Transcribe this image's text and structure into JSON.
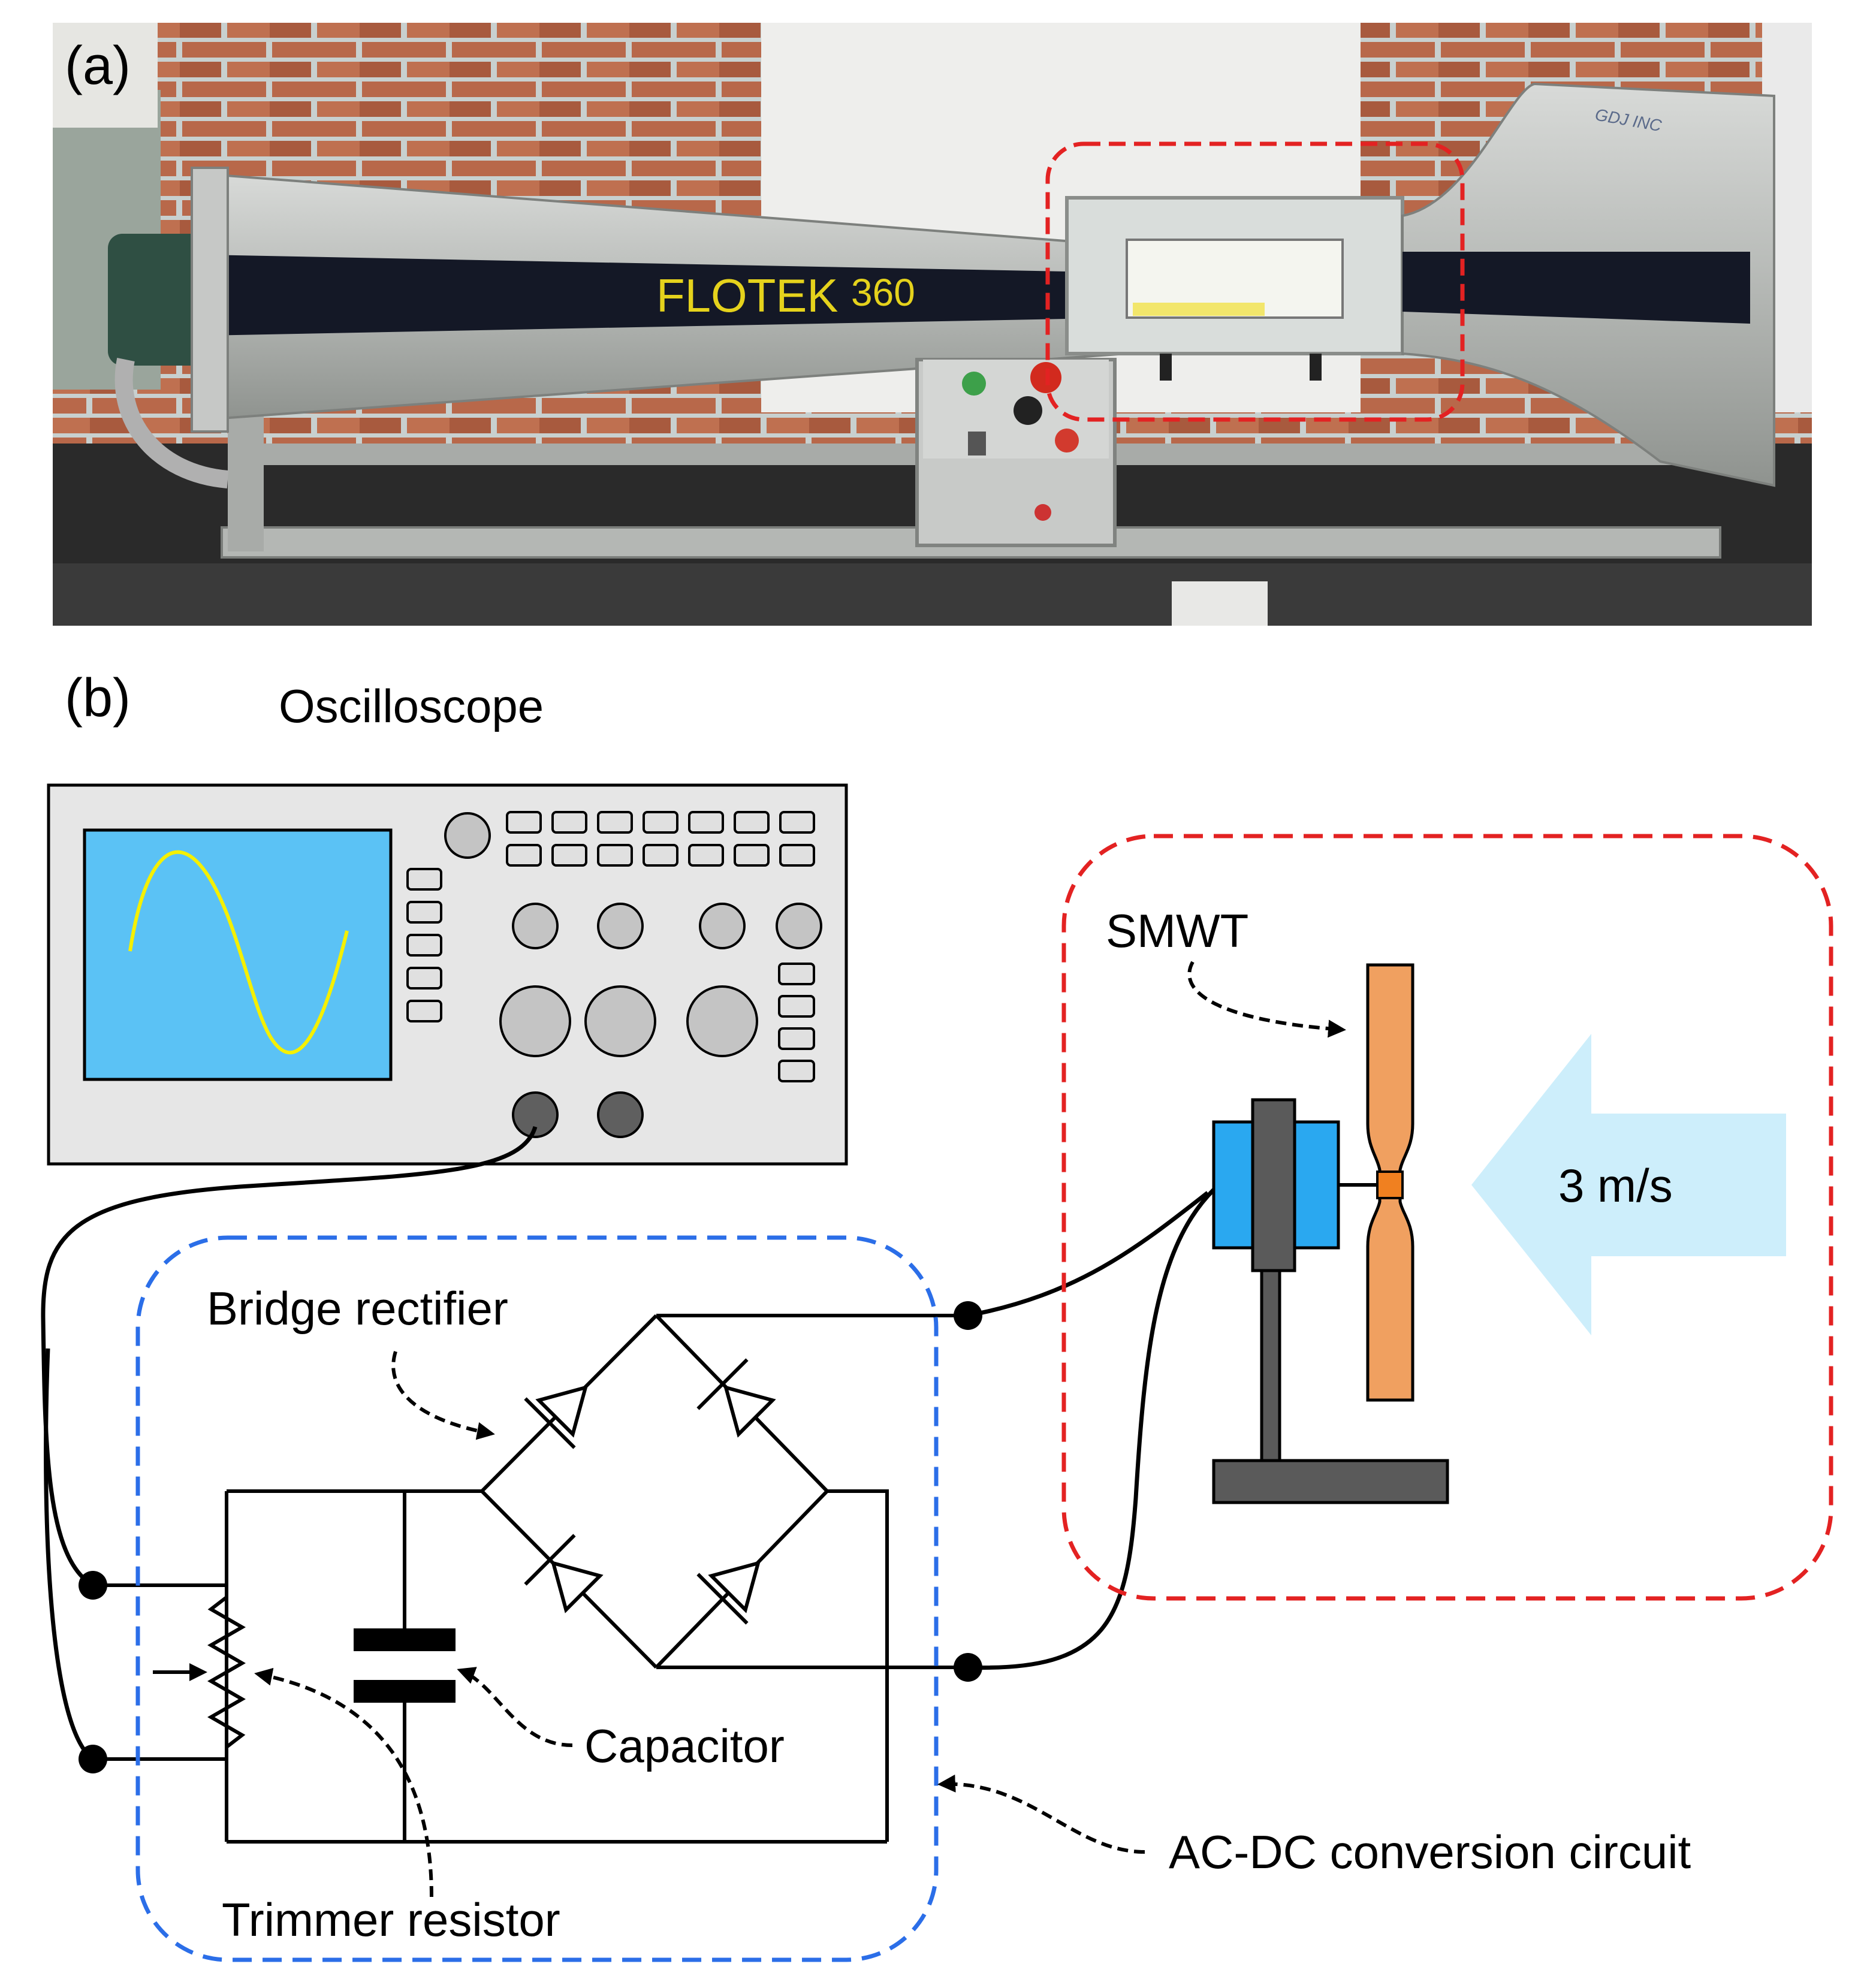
{
  "panel_a": {
    "label": "(a)",
    "brand_text": "FLOTEK",
    "model_text": "360",
    "logo_text": "GDJ INC"
  },
  "panel_b": {
    "label": "(b)",
    "oscilloscope_label": "Oscilloscope",
    "smwt_label": "SMWT",
    "wind_speed": "3 m/s",
    "bridge_rectifier_label": "Bridge rectifier",
    "capacitor_label": "Capacitor",
    "trimmer_resistor_label": "Trimmer resistor",
    "ac_dc_label": "AC-DC conversion circuit"
  },
  "colors": {
    "highlight_box": "#e32222",
    "circuit_box": "#2b6ee8",
    "turbine_blade": "#f0a060",
    "generator": "#2aa8f0",
    "wind_arrow": "#cdeefb",
    "scope_screen": "#5bc2f5",
    "scope_trace": "#f5f000"
  }
}
